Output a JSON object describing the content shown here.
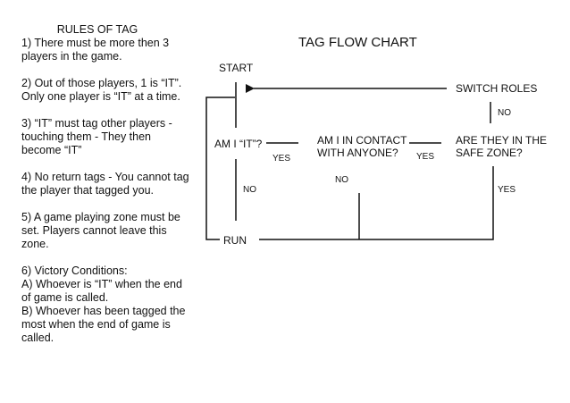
{
  "rules": {
    "heading": "RULES OF TAG",
    "items": [
      "1) There must be more then 3 players in the game.",
      "2) Out of those players, 1 is “IT”. Only one player is “IT” at a time.",
      "3) “IT” must tag other players - touching them - They then become “IT”",
      "4) No return tags - You cannot tag the player that tagged you.",
      "5) A game playing zone must be set. Players cannot leave this zone."
    ],
    "victory": {
      "heading": "6) Victory Conditions:",
      "a": "A) Whoever is “IT” when the end of game is called.",
      "b": "B) Whoever has been tagged the most  when the end of game is called."
    }
  },
  "flowchart": {
    "title": "TAG FLOW CHART",
    "start": "START",
    "am_i_it": "AM I “IT”?",
    "contact_line1": "AM I IN CONTACT",
    "contact_line2": "WITH ANYONE?",
    "safe_line1": "ARE THEY IN THE",
    "safe_line2": "SAFE ZONE?",
    "switch_roles": "SWITCH ROLES",
    "run": "RUN",
    "yes_1": "YES",
    "yes_2": "YES",
    "yes_3": "YES",
    "no_1": "NO",
    "no_2": "NO",
    "no_3": "NO"
  }
}
